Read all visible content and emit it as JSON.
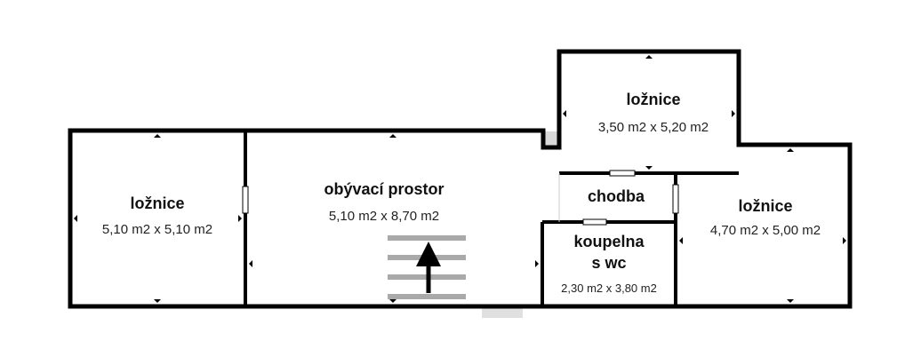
{
  "plan": {
    "colors": {
      "wall": "#000000",
      "floor": "#ffffff",
      "stair": "#a9a9a9",
      "outside": "#d9d9d9",
      "marker": "#000000"
    },
    "rooms": [
      {
        "id": "bedroom-left",
        "name": "ložnice",
        "dims": "5,10 m2 x 5,10 m2"
      },
      {
        "id": "living",
        "name": "obývací prostor",
        "dims": "5,10 m2 x 8,70 m2"
      },
      {
        "id": "bedroom-top",
        "name": "ložnice",
        "dims": "3,50 m2 x 5,20 m2"
      },
      {
        "id": "hallway",
        "name": "chodba"
      },
      {
        "id": "bathroom",
        "name_line1": "koupelna",
        "name_line2": "s wc",
        "dims": "2,30 m2 x 3,80 m2"
      },
      {
        "id": "bedroom-right",
        "name": "ložnice",
        "dims": "4,70 m2 x 5,00 m2"
      }
    ]
  }
}
